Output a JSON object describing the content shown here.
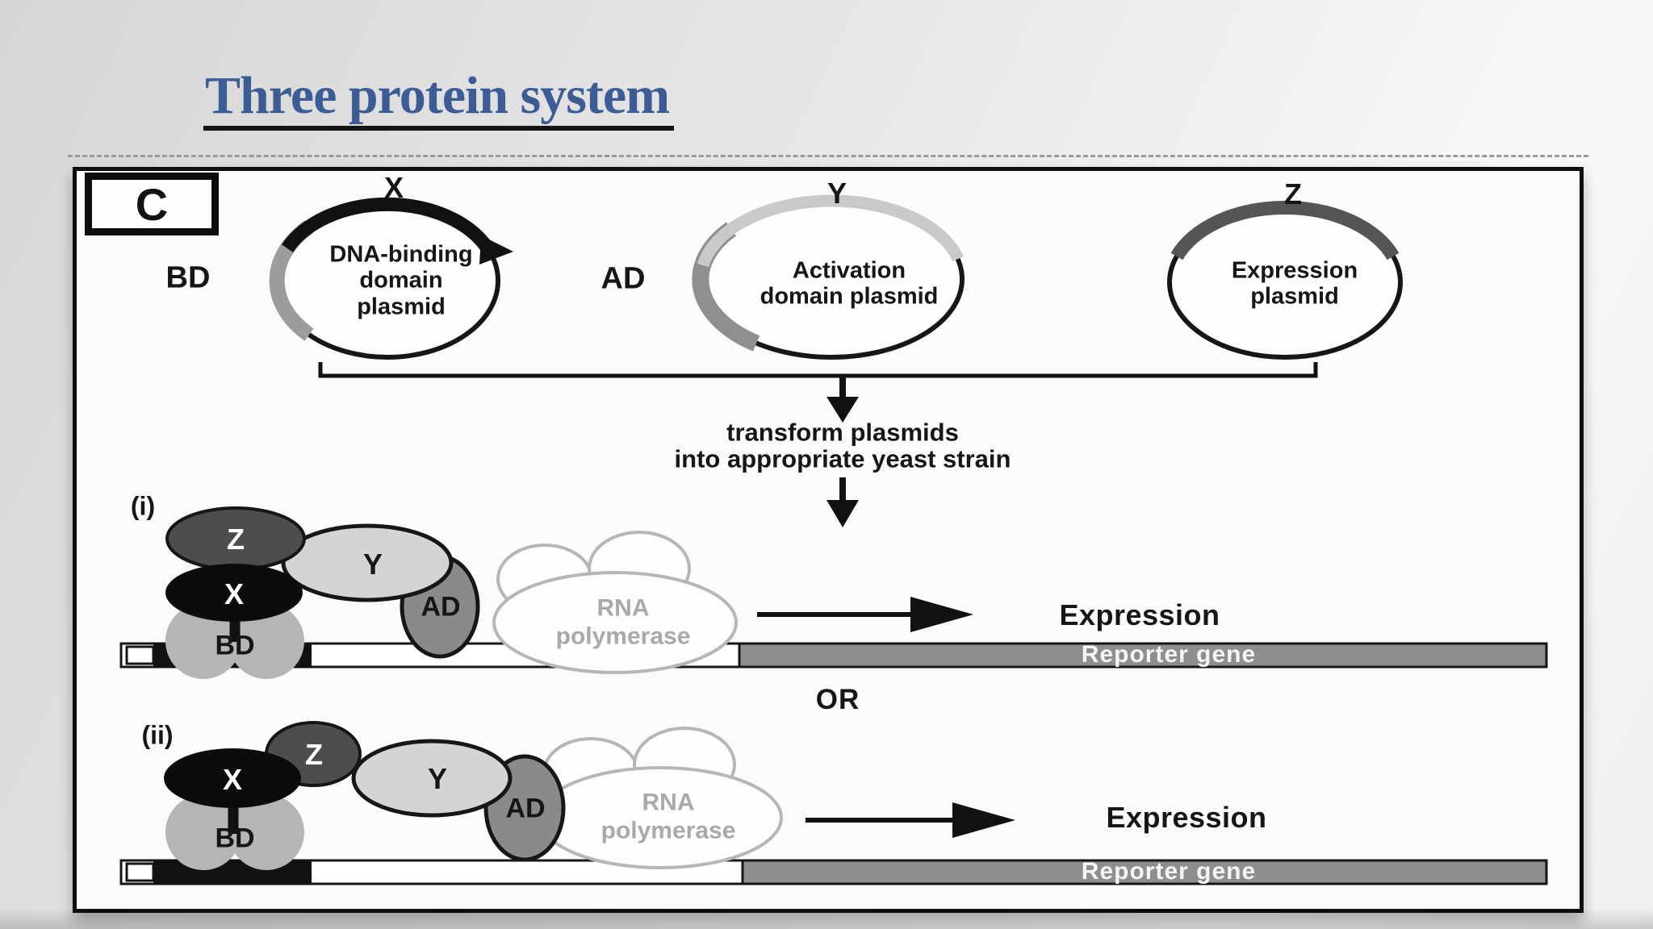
{
  "slide": {
    "title": "Three protein system"
  },
  "panel": {
    "label": "C"
  },
  "plasmids": [
    {
      "gene": "X",
      "domain": "BD",
      "name": "DNA-binding\ndomain\nplasmid"
    },
    {
      "gene": "Y",
      "domain": "AD",
      "name": "Activation\ndomain plasmid"
    },
    {
      "gene": "Z",
      "name": "Expression\nplasmid"
    }
  ],
  "flow": {
    "step_text": "transform plasmids\ninto appropriate yeast strain"
  },
  "or_label": "OR",
  "sections": [
    {
      "label": "(i)",
      "proteins": {
        "z": "Z",
        "y": "Y",
        "x": "X",
        "bd": "BD",
        "ad": "AD"
      },
      "rna": "RNA\npolymerase",
      "result": "Expression",
      "reporter": "Reporter gene"
    },
    {
      "label": "(ii)",
      "proteins": {
        "z": "Z",
        "y": "Y",
        "x": "X",
        "bd": "BD",
        "ad": "AD"
      },
      "rna": "RNA\npolymerase",
      "result": "Expression",
      "reporter": "Reporter gene"
    }
  ],
  "colors": {
    "title_blue": "#3b5c95",
    "ink": "#111111",
    "bd_arc_gray": "#9c9c9c",
    "ad_gray": "#8f8f8f",
    "y_light_gray": "#d4d4d4",
    "z_dark_gray": "#4d4d4d",
    "bd_blob_gray": "#b5b5b5",
    "reporter_gray": "#8e8e8e",
    "rna_outline_gray": "#b6b6b6"
  }
}
